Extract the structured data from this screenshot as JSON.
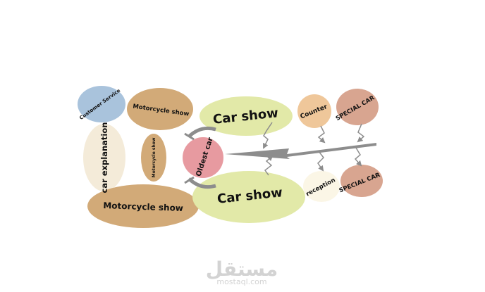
{
  "colors": {
    "blue": "#a9c3dc",
    "tan": "#d2aa78",
    "cream": "#f4ebd9",
    "lime": "#e2e9a8",
    "pink": "#e79aa0",
    "peach": "#efc79a",
    "rose": "#d8a590",
    "ivory": "#fbf6e6",
    "arrow": "#8d8d8d",
    "watermark": "#d3d3d3"
  },
  "nodes": {
    "customer_service": "Customer Service",
    "motorcycle_show_top": "Motorcycle show",
    "car_explanation": "car explanation",
    "motorcycle_show_small": "Motorcycle show",
    "motorcycle_show_bottom": "Motorcycle show",
    "oldest_car": "Oldest car",
    "car_show_top": "Car show",
    "car_show_bottom": "Car show",
    "counter": "Counter",
    "special_car_top": "SPECIAL CAR",
    "reception": "reception",
    "special_car_bottom": "SPECIAL CAR"
  },
  "watermark": {
    "arabic": "مستقل",
    "latin": "mostaql.com"
  }
}
